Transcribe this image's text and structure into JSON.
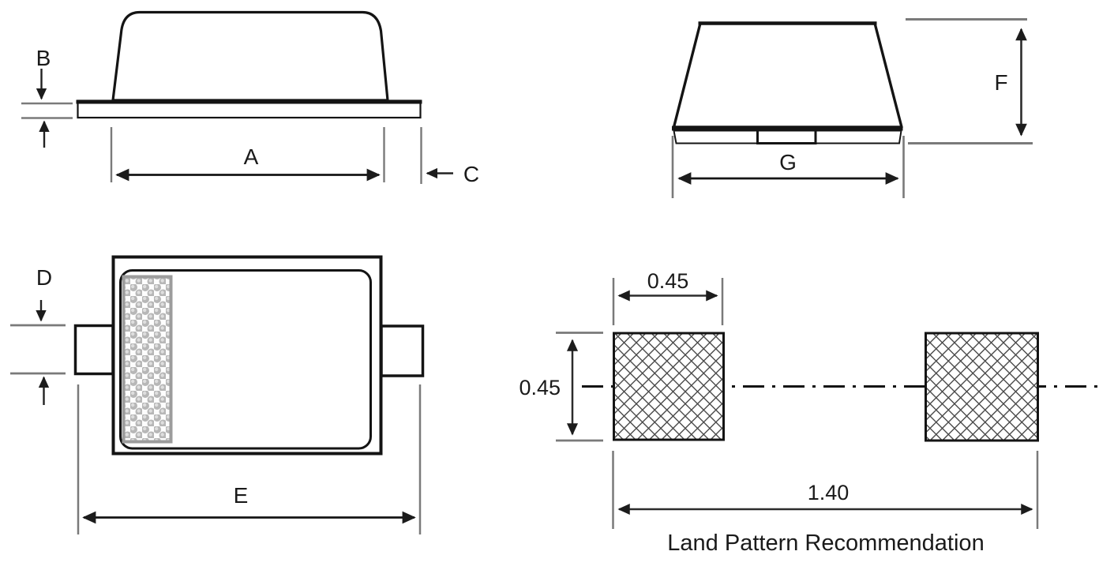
{
  "side_view": {
    "dim_body_width": "A",
    "dim_lead_thickness": "B",
    "dim_lead_length": "C"
  },
  "end_view": {
    "dim_height": "F",
    "dim_width": "G"
  },
  "top_view": {
    "dim_lead_width": "D",
    "dim_overall_length": "E"
  },
  "land_pattern": {
    "pad_width": "0.45",
    "pad_height": "0.45",
    "overall_length": "1.40",
    "caption": "Land Pattern Recommendation"
  },
  "colors": {
    "outline": "#141414",
    "extension_line": "#7a7a7a",
    "text": "#1a1a1a",
    "band_texture": "#b7b7b7"
  }
}
